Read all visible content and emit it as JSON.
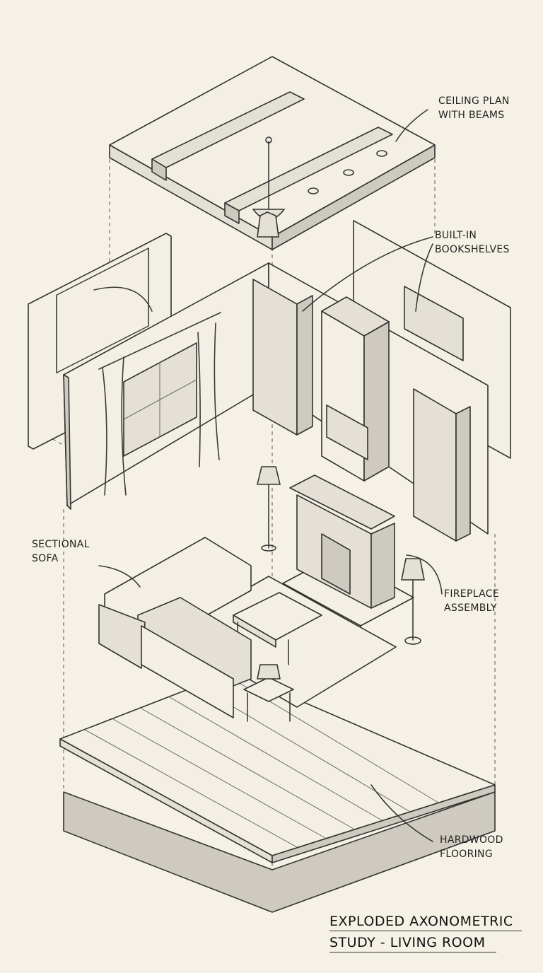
{
  "labels": {
    "ceiling": [
      "CEILING PLAN",
      "WITH BEAMS"
    ],
    "bookshelves": [
      "BUILT-IN",
      "BOOKSHELVES"
    ],
    "sofa": [
      "SECTIONAL",
      "SOFA"
    ],
    "fireplace": [
      "FIREPLACE",
      "ASSEMBLY"
    ],
    "flooring": [
      "HARDWOOD",
      "FLOORING"
    ]
  },
  "title": [
    "EXPLODED AXONOMETRIC",
    "STUDY - LIVING ROOM"
  ],
  "colors": {
    "paper": "#f5f1e6",
    "pencil": "#3a3a3a"
  }
}
